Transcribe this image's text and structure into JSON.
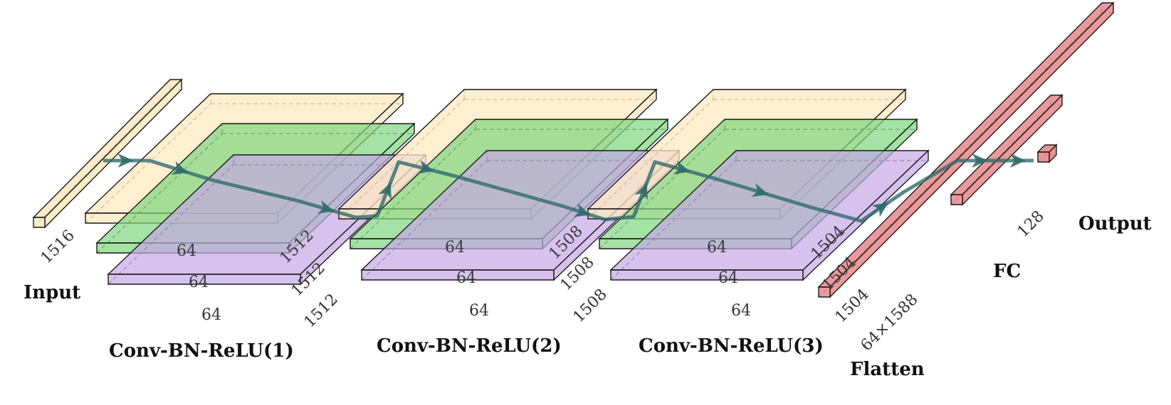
{
  "diagram": {
    "input": {
      "label": "Input",
      "dim": "1516"
    },
    "blocks": [
      {
        "label": "Conv-BN-ReLU(1)",
        "depths": [
          "1512",
          "1512",
          "1512"
        ],
        "channels": [
          "64",
          "64",
          "64"
        ]
      },
      {
        "label": "Conv-BN-ReLU(2)",
        "depths": [
          "1508",
          "1508",
          "1508"
        ],
        "channels": [
          "64",
          "64",
          "64"
        ]
      },
      {
        "label": "Conv-BN-ReLU(3)",
        "depths": [
          "1504",
          "1504",
          "1504"
        ],
        "channels": [
          "64",
          "64",
          "64"
        ]
      }
    ],
    "flatten": {
      "label": "Flatten",
      "dim": "64×1588"
    },
    "fc": {
      "label": "FC",
      "dim": "128"
    },
    "output": {
      "label": "Output"
    },
    "colors": {
      "input_fill": "#fde9c0",
      "conv_fill": "#fde9c0",
      "bn_fill": "#7fd67f",
      "relu_fill": "#c4a8e6",
      "fc_fill": "#e8888a",
      "arrow": "#2f6b6b",
      "edge": "#1a1a1a"
    }
  }
}
